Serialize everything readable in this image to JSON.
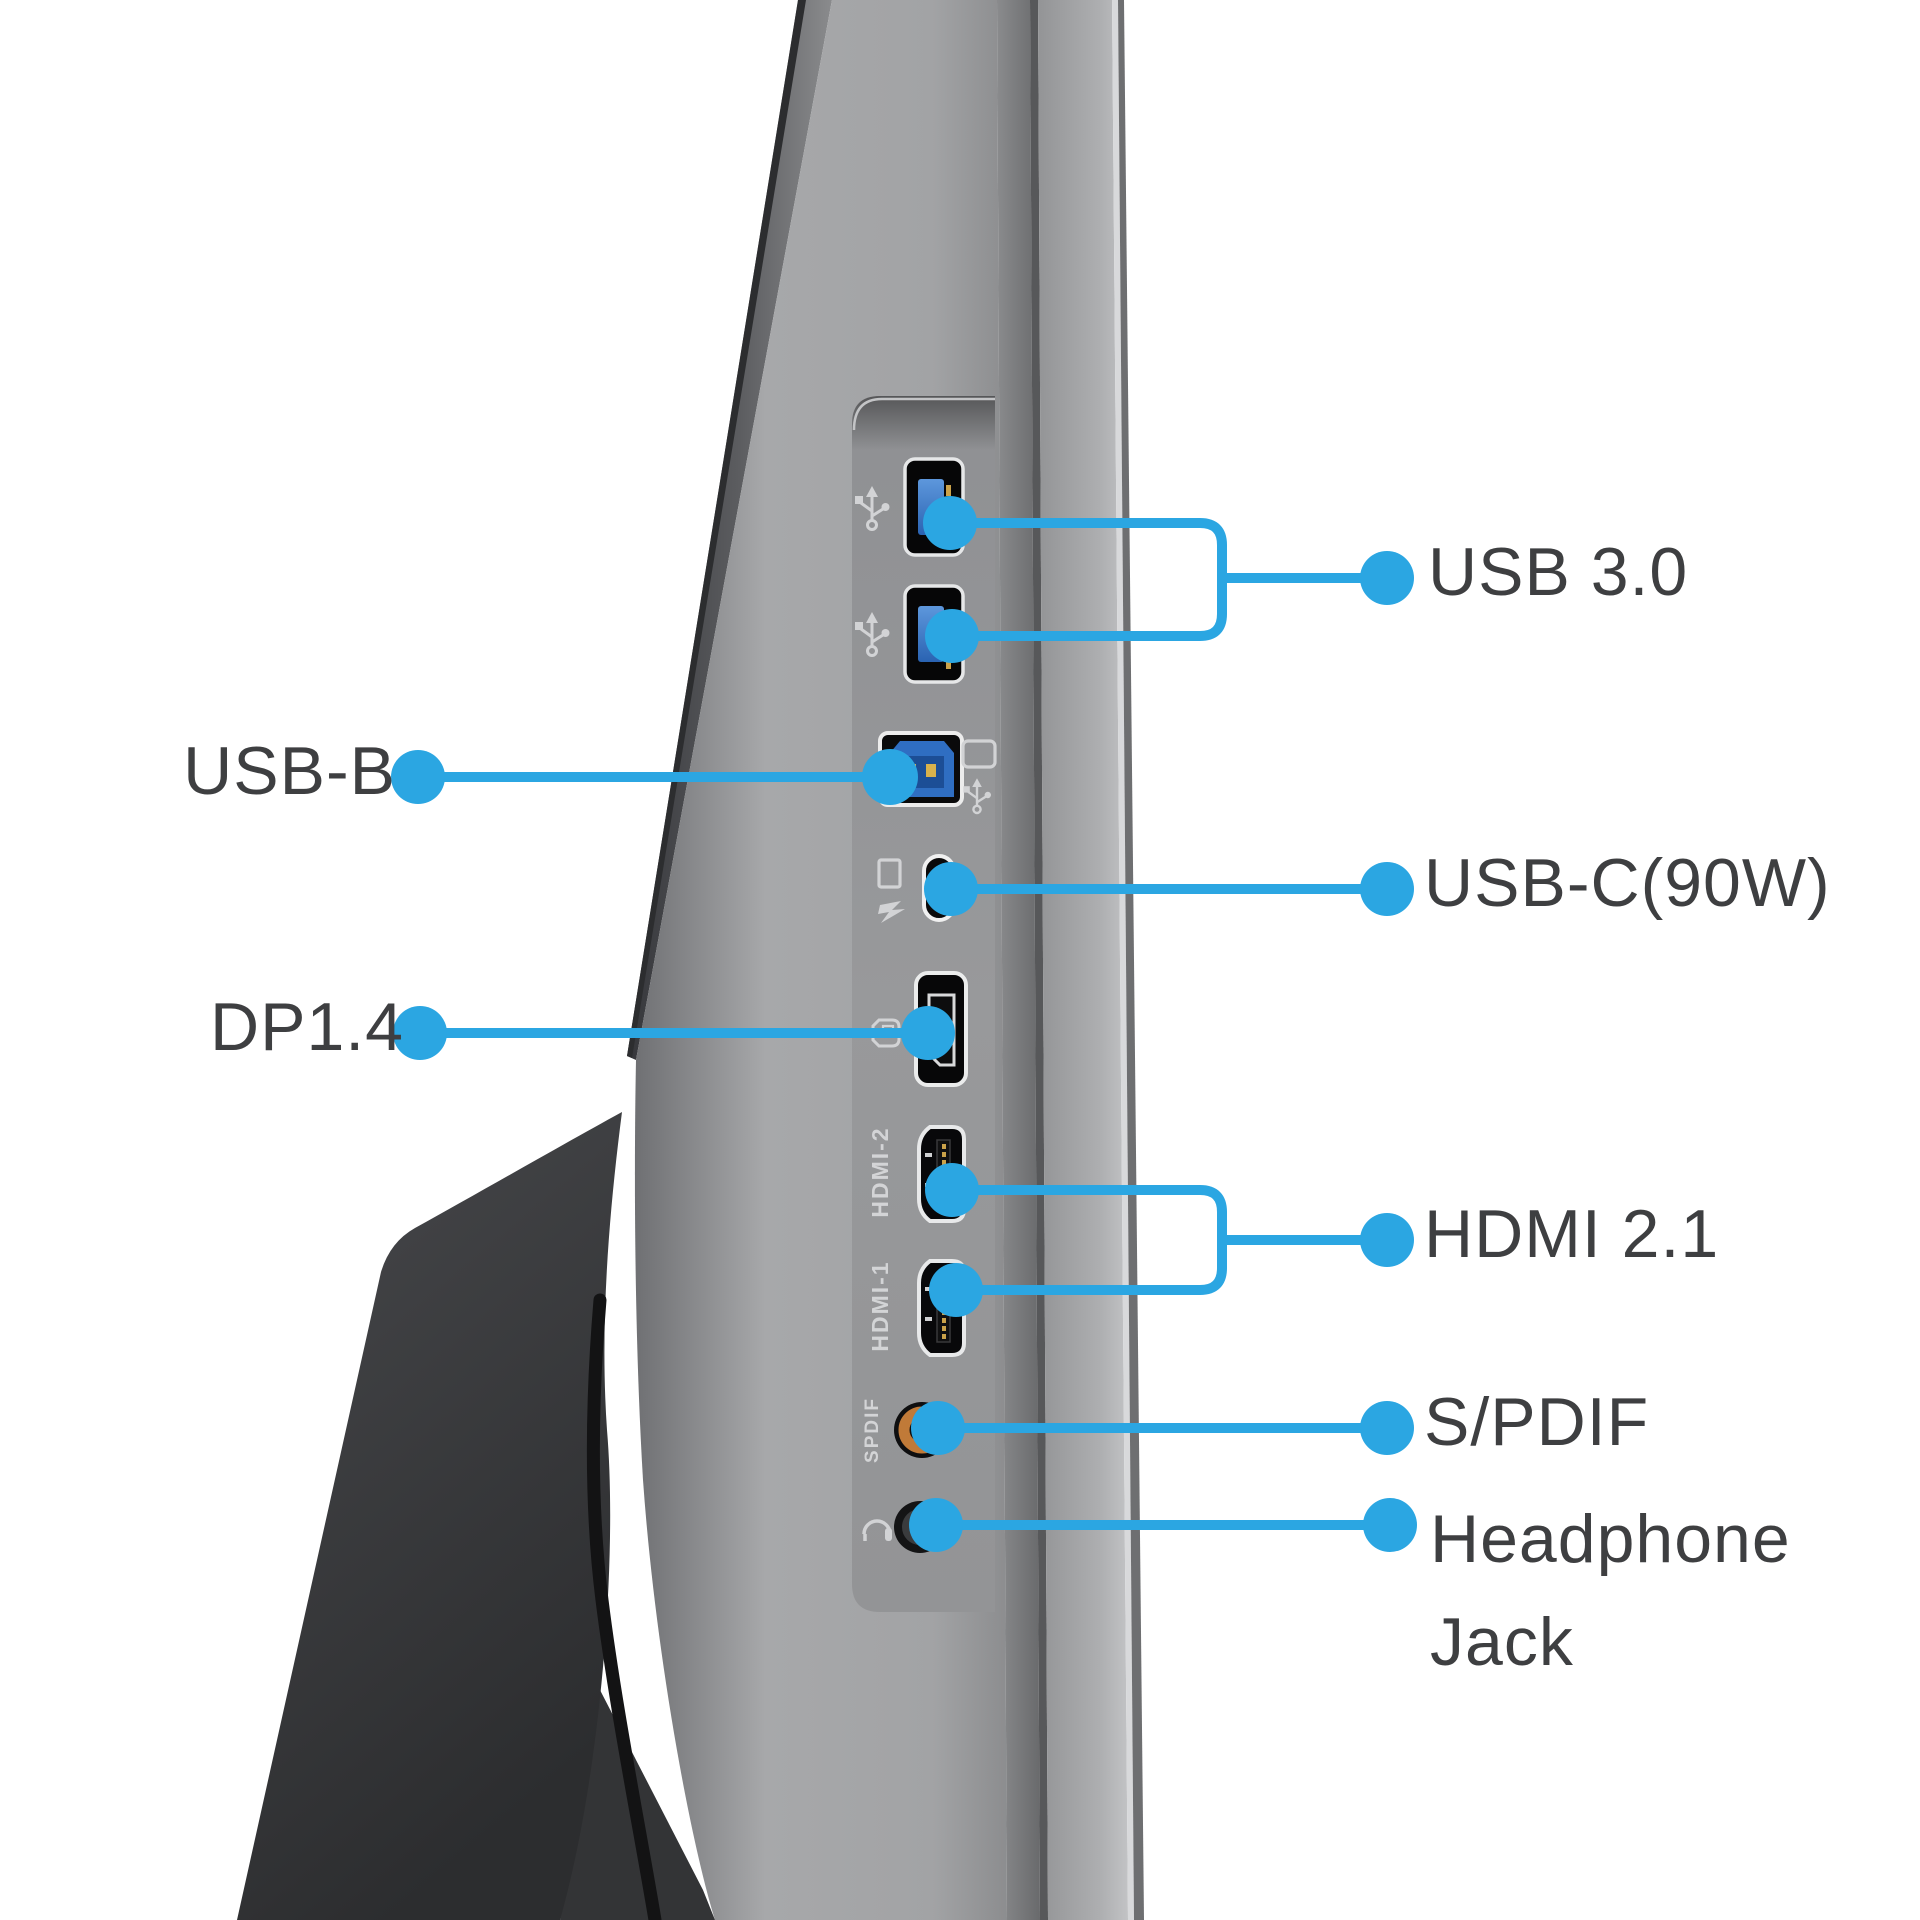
{
  "diagram": {
    "accent_color": "#2ba6e2",
    "label_color": "#3e3f41",
    "device_marking_color": "#d3d4d6",
    "spdif_ring_color": "#c07a38",
    "labels": {
      "usb30": "USB 3.0",
      "usb_b": "USB-B",
      "usb_c": "USB-C(90W)",
      "dp": "DP1.4",
      "hdmi": "HDMI 2.1",
      "spdif": "S/PDIF",
      "headphone_line1": "Headphone",
      "headphone_line2": "Jack"
    },
    "port_markings": {
      "hdmi2": "HDMI-2",
      "hdmi1": "HDMI-1",
      "spdif": "SPDIF"
    },
    "icons": {
      "usb_a_top": "usb-trident-icon",
      "usb_a_bottom": "usb-trident-icon",
      "usb_b_display": "display-icon",
      "usb_b_trident": "usb-trident-icon",
      "usb_c_square": "square-icon",
      "usb_c_power": "lightning-icon",
      "displayport": "dp-plug-icon",
      "headphone": "headphone-icon"
    }
  }
}
